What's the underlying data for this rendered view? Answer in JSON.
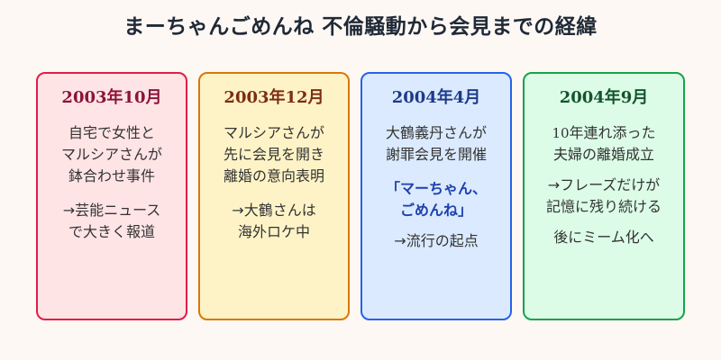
{
  "title": "まーちゃんごめんね 不倫騒動から会見までの経緯",
  "colors": {
    "background": "#fdf8f3",
    "title_text": "#1f2937",
    "body_text": "#333333"
  },
  "cards": [
    {
      "date": "2003年10月",
      "theme": {
        "border": "#e11d48",
        "fill": "#ffe4e6",
        "date_color": "#8b1538"
      },
      "blocks": [
        {
          "lines": [
            "自宅で女性と",
            "マルシアさんが",
            "鉢合わせ事件"
          ]
        },
        {
          "lines": [
            "→芸能ニュース",
            "で大きく報道"
          ]
        }
      ]
    },
    {
      "date": "2003年12月",
      "theme": {
        "border": "#d97706",
        "fill": "#fef3c7",
        "date_color": "#7c2d12"
      },
      "blocks": [
        {
          "lines": [
            "マルシアさんが",
            "先に会見を開き",
            "離婚の意向表明"
          ]
        },
        {
          "lines": [
            "→大鶴さんは",
            "海外ロケ中"
          ]
        }
      ]
    },
    {
      "date": "2004年4月",
      "theme": {
        "border": "#2563eb",
        "fill": "#dbeafe",
        "date_color": "#1e3a8a"
      },
      "blocks": [
        {
          "lines": [
            "大鶴義丹さんが",
            "謝罪会見を開催"
          ]
        },
        {
          "lines": [
            "「マーちゃん、",
            "ごめんね」"
          ],
          "highlight": true
        },
        {
          "lines": [
            "→流行の起点"
          ]
        }
      ]
    },
    {
      "date": "2004年9月",
      "theme": {
        "border": "#16a34a",
        "fill": "#dcfce7",
        "date_color": "#14532d"
      },
      "blocks": [
        {
          "lines": [
            "10",
            "年連れ添った",
            "夫婦の離婚成立"
          ]
        },
        {
          "lines": [
            "→フレーズだけが",
            "記憶に残り続ける"
          ]
        },
        {
          "lines": [
            "後にミーム化へ"
          ]
        }
      ]
    }
  ]
}
